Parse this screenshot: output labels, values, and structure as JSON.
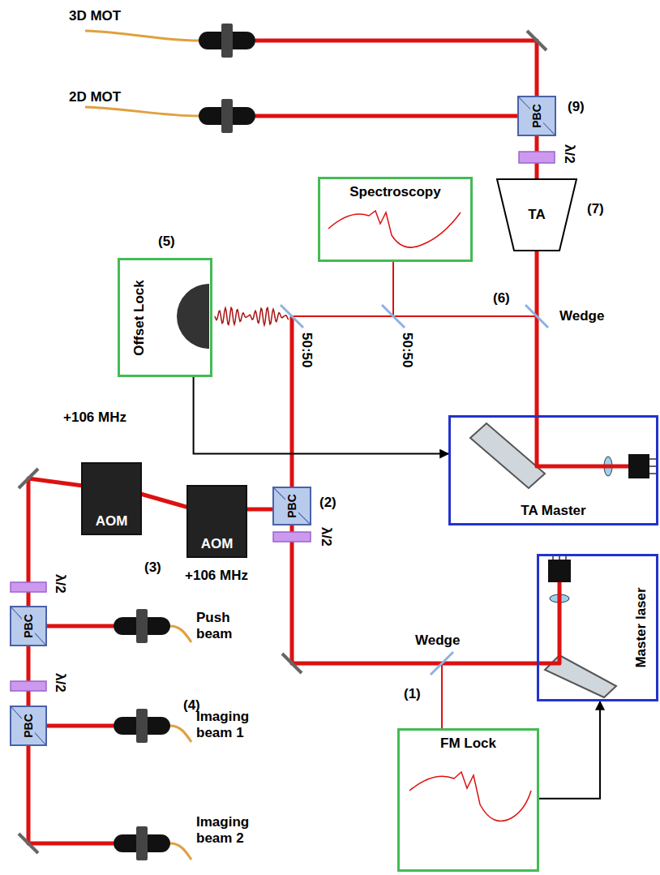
{
  "diagram": {
    "nodes": [
      {
        "text": [
          "PBC"
        ]
      },
      {
        "text": [
          "Spectroscopy"
        ]
      },
      {
        "text": [
          "TA"
        ]
      },
      {
        "text": [
          "Offset Lock"
        ]
      },
      {
        "text": [
          "TA Master"
        ]
      },
      {
        "text": [
          "AOM"
        ]
      },
      {
        "text": [
          "AOM"
        ]
      },
      {
        "text": [
          "PBC"
        ]
      },
      {
        "text": [
          "PBC"
        ]
      },
      {
        "text": [
          "PBC"
        ]
      },
      {
        "text": [
          "Master laser"
        ]
      },
      {
        "text": [
          "FM Lock"
        ]
      }
    ],
    "edges": [
      {
        "from": 11,
        "to": 10,
        "arrow": "to"
      },
      {
        "from": 3,
        "to": 4,
        "arrow": "to"
      }
    ],
    "labels": [
      "3D MOT",
      "2D MOT",
      "(9)",
      "λ/2",
      "(7)",
      "(5)",
      "(6)",
      "Wedge",
      "50:50",
      "50:50",
      "+106 MHz",
      "(3)",
      "(2)",
      "λ/2",
      "+106 MHz",
      "λ/2",
      "Push beam",
      "(4)",
      "λ/2",
      "Imaging beam 1",
      "Imaging beam 2",
      "Wedge",
      "(1)"
    ]
  }
}
